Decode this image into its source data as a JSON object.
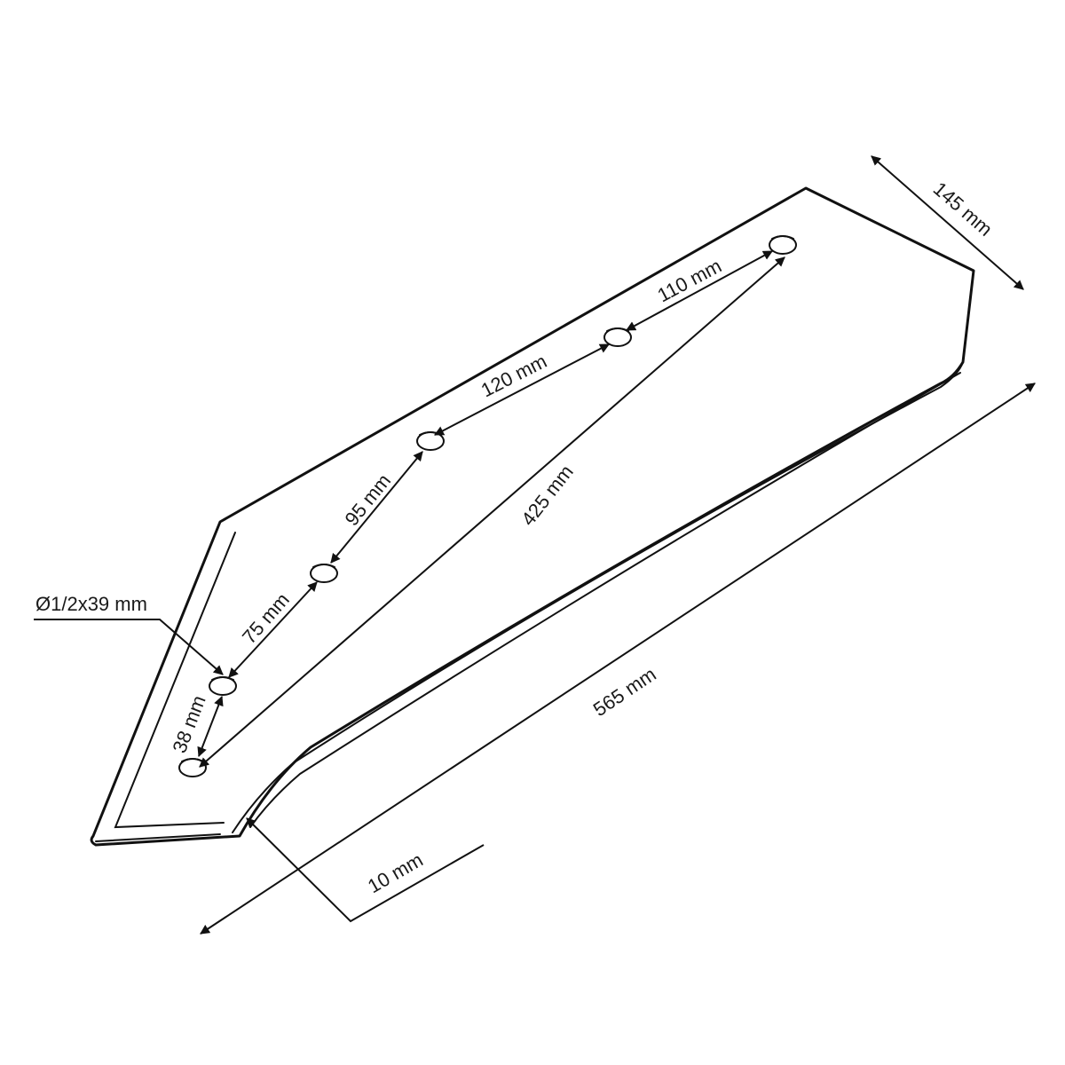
{
  "colors": {
    "stroke": "#111111",
    "background": "#ffffff",
    "text": "#1a1a1a"
  },
  "dimensions": {
    "width": "145 mm",
    "length": "565 mm",
    "thickness": "10 mm",
    "hole_span": "425 mm",
    "hole_1_2": "38 mm",
    "hole_2_3": "75 mm",
    "hole_3_4": "95 mm",
    "hole_4_5": "120 mm",
    "hole_5_6": "110 mm",
    "hole_size": "Ø1/2x39 mm"
  }
}
